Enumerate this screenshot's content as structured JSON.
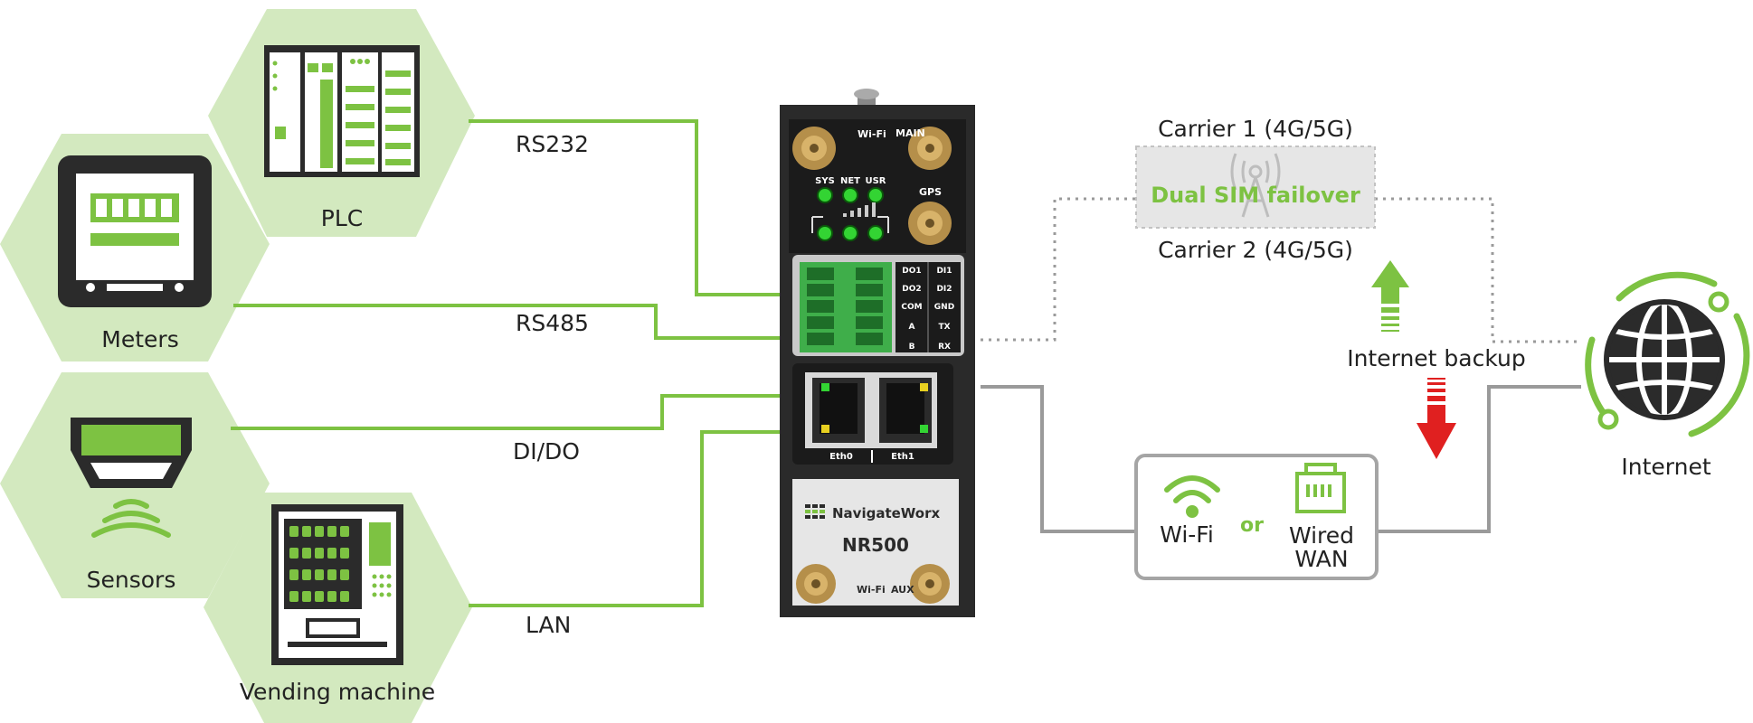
{
  "devices": {
    "plc": {
      "label": "PLC",
      "connection": "RS232"
    },
    "meters": {
      "label": "Meters",
      "connection": "RS485"
    },
    "sensors": {
      "label": "Sensors",
      "connection": "DI/DO"
    },
    "vending": {
      "label": "Vending machine",
      "connection": "LAN"
    }
  },
  "router": {
    "brand": "NavigateWorx",
    "model": "NR500",
    "antenna_labels": {
      "wifi_top": "Wi-Fi",
      "main": "MAIN",
      "gps": "GPS",
      "wifi_bottom": "Wi-Fi",
      "aux": "AUX"
    },
    "leds": [
      "SYS",
      "NET",
      "USR"
    ],
    "terminal_labels": [
      [
        "DO1",
        "DI1"
      ],
      [
        "DO2",
        "DI2"
      ],
      [
        "COM",
        "GND"
      ],
      [
        "A",
        "TX"
      ],
      [
        "B",
        "RX"
      ]
    ],
    "ports": [
      "Eth0",
      "Eth1"
    ]
  },
  "wan": {
    "carrier1": "Carrier 1 (4G/5G)",
    "carrier2": "Carrier 2 (4G/5G)",
    "failover": "Dual SIM failover",
    "backup": "Internet backup",
    "wifi": "Wi-Fi",
    "or": "or",
    "wired_line1": "Wired",
    "wired_line2": "WAN",
    "internet": "Internet"
  },
  "colors": {
    "green": "#7dc242",
    "hex_bg": "#d3e9bf",
    "dark": "#2b2b2b",
    "gray_line": "#9a9a9a",
    "red": "#e02020"
  },
  "icons": [
    "plc-icon",
    "meter-icon",
    "sensor-icon",
    "vending-machine-icon",
    "router-image",
    "antenna-tower-icon",
    "wifi-icon",
    "ethernet-port-icon",
    "globe-icon",
    "up-arrow-icon",
    "down-arrow-icon"
  ]
}
